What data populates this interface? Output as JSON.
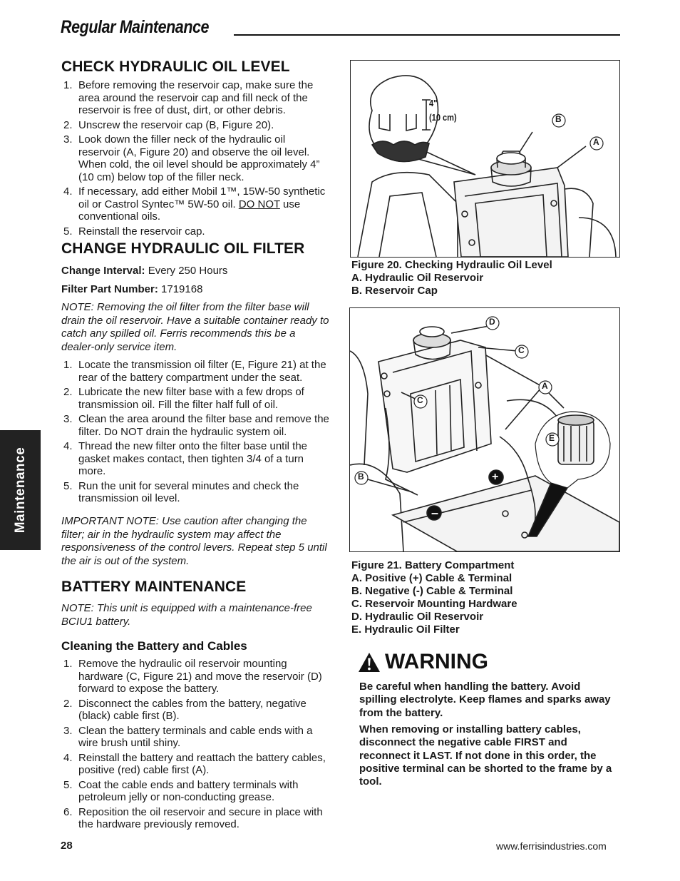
{
  "header": {
    "title": "Regular Maintenance"
  },
  "side_tab": {
    "label": "Maintenance"
  },
  "check_oil": {
    "heading": "CHECK HYDRAULIC OIL LEVEL",
    "steps": [
      "Before removing the reservoir cap, make sure the area around the reservoir cap and fill neck of the reservoir is free of dust, dirt, or other debris.",
      "Unscrew the reservoir cap (B, Figure 20).",
      "Look down the filler neck of the hydraulic oil reservoir (A, Figure 20) and observe the oil level. When cold, the oil level should be approximately 4” (10 cm) below top of the filler neck.",
      "Reinstall the reservoir cap."
    ],
    "step4_a": "If necessary, add either Mobil 1™, 15W-50 synthetic oil or Castrol Syntec™ 5W-50 oil.",
    "step4_u": "DO NOT",
    "step4_b": "use conventional oils."
  },
  "change_filter": {
    "heading": "CHANGE HYDRAULIC OIL FILTER",
    "interval_label": "Change Interval:",
    "interval_value": "Every 250 Hours",
    "part_label": "Filter Part Number:",
    "part_value": "1719168",
    "note": "NOTE:  Removing the oil filter from the filter base will drain the oil reservoir.  Have a suitable container ready to catch any spilled oil.  Ferris recommends this be a dealer-only service item.",
    "steps": [
      "Locate the transmission oil filter (E, Figure 21) at the rear of the battery compartment under the seat.",
      "Lubricate the new filter base with a few drops of transmission oil.  Fill the filter half full of oil.",
      "Clean the area around the filter base and remove the filter.  Do NOT drain the hydraulic system oil.",
      "Thread the new filter onto the filter base until the gasket makes contact, then tighten 3/4 of a turn more.",
      "Run the unit for several minutes and check the transmission oil level."
    ],
    "important": "IMPORTANT NOTE: Use caution after changing the filter; air in the hydraulic system may affect the responsiveness of the control levers.  Repeat step 5 until the air is out of the system."
  },
  "battery": {
    "heading": "BATTERY MAINTENANCE",
    "note": "NOTE:  This unit is equipped with a maintenance-free BCIU1 battery.",
    "sub_heading": "Cleaning the Battery and Cables",
    "steps": [
      "Remove the hydraulic oil reservoir mounting hardware (C, Figure 21) and move the reservoir (D) forward to expose the battery.",
      "Disconnect the cables from the battery, negative (black) cable first (B).",
      "Clean the battery terminals and cable ends with a wire brush until shiny.",
      "Reinstall the battery and reattach the battery cables, positive (red) cable first (A).",
      "Coat the cable ends and battery terminals with petroleum jelly or non-conducting grease.",
      "Reposition the oil reservoir and secure in place with the hardware previously removed."
    ]
  },
  "figure20": {
    "callouts": {
      "a": "A",
      "b": "B"
    },
    "measure_inch": "4\"",
    "measure_cm": "(10 cm)",
    "caption_title": "Figure 20.  Checking Hydraulic Oil Level",
    "caption_items": [
      "A.  Hydraulic Oil Reservoir",
      "B.  Reservoir Cap"
    ]
  },
  "figure21": {
    "callouts": {
      "a": "A",
      "b": "B",
      "c1": "C",
      "c2": "C",
      "d": "D",
      "e": "E"
    },
    "caption_title": "Figure 21.  Battery Compartment",
    "caption_items": [
      "A.  Positive (+) Cable & Terminal",
      "B.  Negative (-) Cable & Terminal",
      "C.  Reservoir Mounting Hardware",
      "D.  Hydraulic Oil Reservoir",
      "E.  Hydraulic Oil Filter"
    ]
  },
  "warning": {
    "title": "WARNING",
    "p1": "Be careful when handling the battery. Avoid spilling electrolyte. Keep flames and sparks away from the battery.",
    "p2": "When removing or installing battery cables, disconnect the negative cable FIRST and reconnect it LAST. If not done in this order, the positive terminal can be shorted to the frame by a tool."
  },
  "footer": {
    "page_number": "28",
    "url": "www.ferrisindustries.com"
  }
}
